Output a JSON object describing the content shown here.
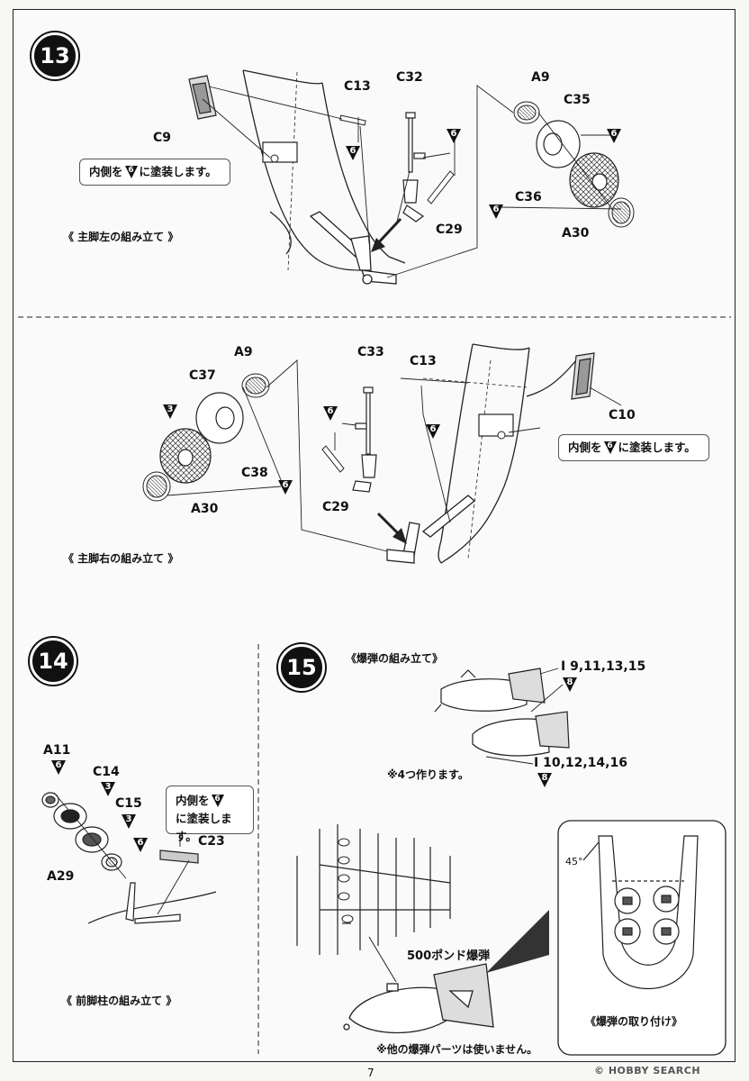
{
  "steps": {
    "s13": "13",
    "s14": "14",
    "s15": "15"
  },
  "paint_badges": {
    "six": "6",
    "three": "3",
    "eight": "8"
  },
  "part_labels": {
    "c9": "C9",
    "c13a": "C13",
    "c32": "C32",
    "a9a": "A9",
    "c35": "C35",
    "c36": "C36",
    "a30a": "A30",
    "c29a": "C29",
    "a9b": "A9",
    "c37": "C37",
    "c33": "C33",
    "c13b": "C13",
    "c10": "C10",
    "c38": "C38",
    "a30b": "A30",
    "c29b": "C29",
    "a11": "A11",
    "c14": "C14",
    "c15": "C15",
    "c23": "C23",
    "a29": "A29",
    "i_odd": "I 9,11,13,15",
    "i_even": "I 10,12,14,16"
  },
  "notes": {
    "inner_pre": "内側を",
    "inner_post": "に塗装します。",
    "inner_14_line1": "内側を",
    "inner_14_line2": "に塗装します。"
  },
  "captions": {
    "main_left": "《 主脚左の組み立て 》",
    "main_right": "《 主脚右の組み立て 》",
    "nose_strut": "《 前脚柱の組み立て 》",
    "bomb_assembly": "《爆弾の組み立て》",
    "make_four": "※4つ作ります。",
    "bomb_500": "500ポンド爆弾",
    "bomb_mount": "《爆弾の取り付け》",
    "unused": "※他の爆弾パーツは使いません。",
    "angle": "45°"
  },
  "page_number": "7",
  "watermark": "© HOBBY SEARCH"
}
